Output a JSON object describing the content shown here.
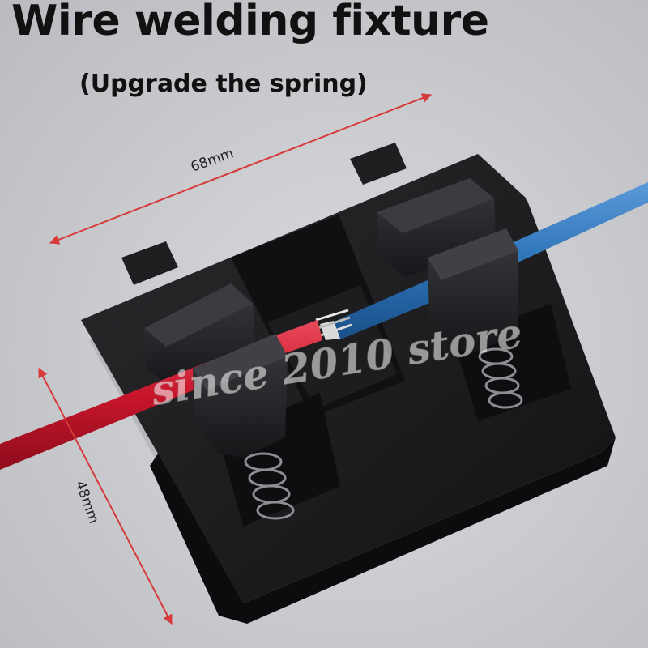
{
  "title": "Wire welding fixture",
  "subtitle": "(Upgrade the spring)",
  "dimensions": {
    "width_label": "68mm",
    "height_label": "48mm"
  },
  "watermark": "since 2010 store",
  "colors": {
    "background": "#cfd0d4",
    "fixture": "#1b1b1d",
    "red_wire": "#c8162b",
    "blue_wire": "#2d73b8",
    "dimension_line": "#d63a3a",
    "copper": "#cfcfcf"
  }
}
